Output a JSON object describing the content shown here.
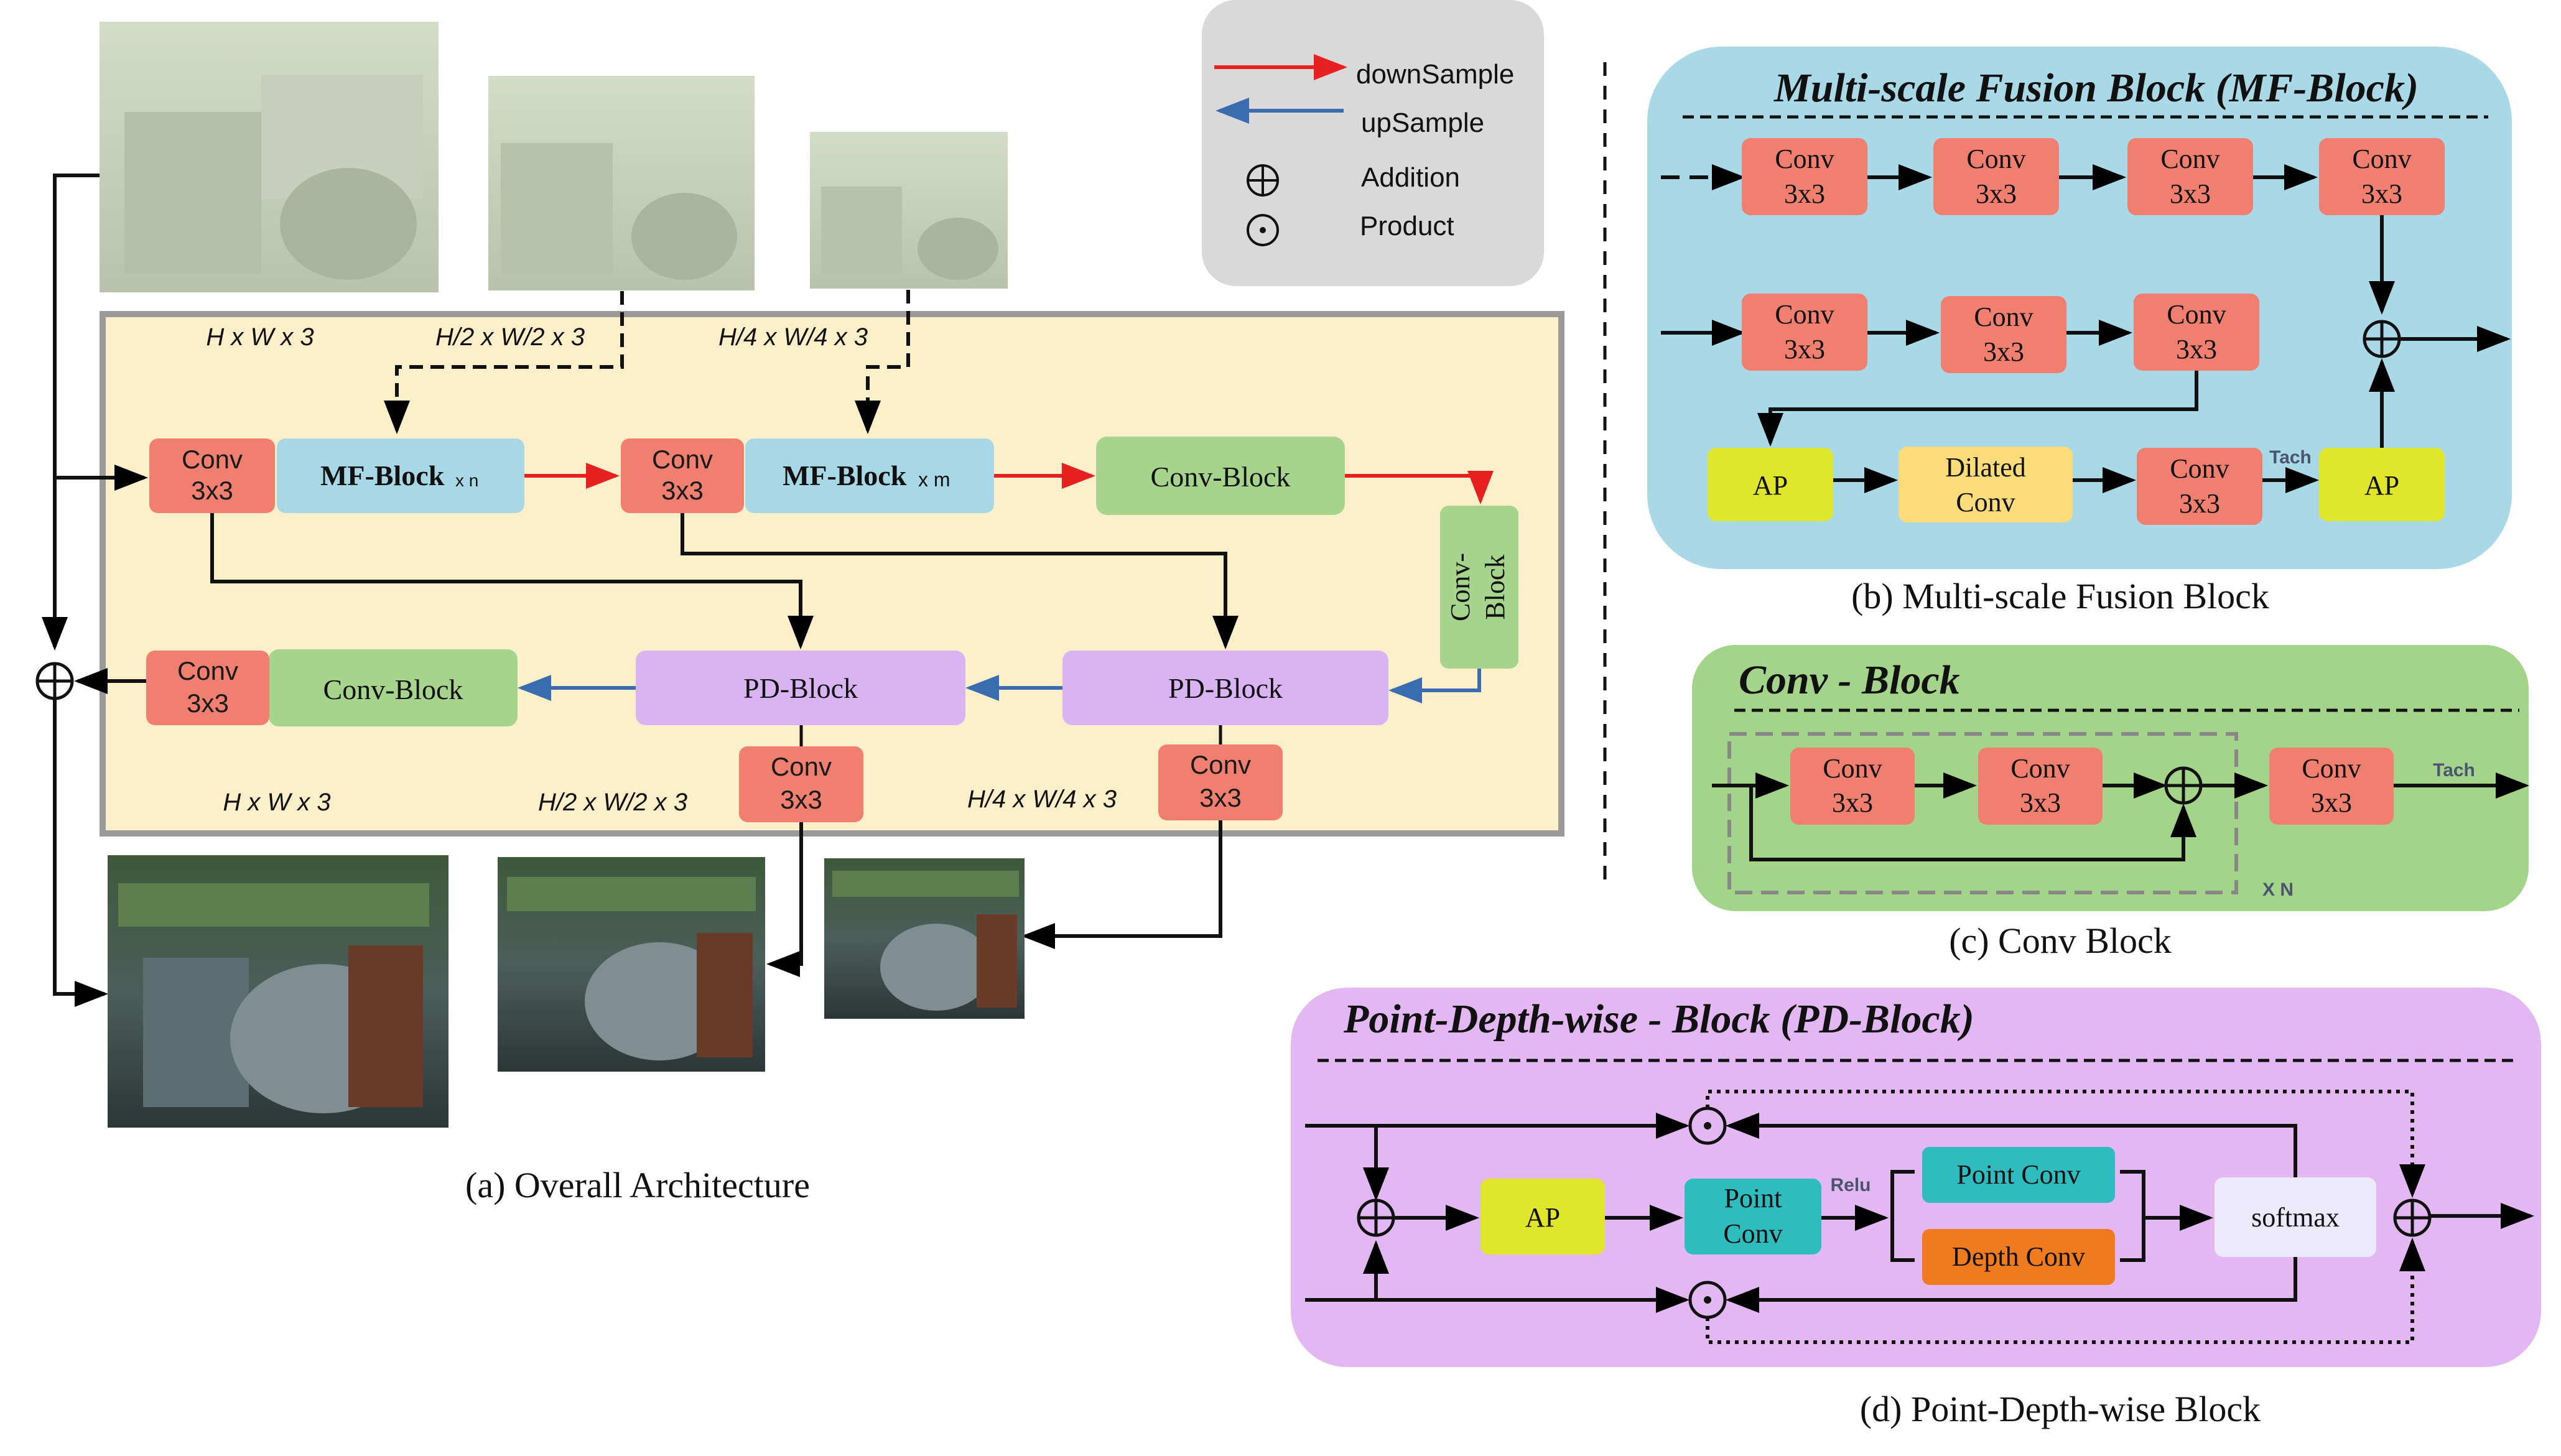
{
  "legend": {
    "down": "downSample",
    "up": "upSample",
    "add": "Addition",
    "prod": "Product"
  },
  "overall": {
    "caption": "(a) Overall Architecture",
    "dim_full_top": "H x W x 3",
    "dim_half_top": "H/2 x W/2 x 3",
    "dim_quarter_top": "H/4 x W/4 x 3",
    "dim_full_bot": "H x W x 3",
    "dim_half_bot": "H/2 x W/2 x 3",
    "dim_quarter_bot": "H/4 x W/4 x 3",
    "conv_line1": "Conv",
    "conv_line2": "3x3",
    "mf1_label": "MF-Block",
    "mf1_suffix": "x n",
    "mf2_label": "MF-Block",
    "mf2_suffix": "x m",
    "conv_block": "Conv-Block",
    "conv_block_v1": "Conv-",
    "conv_block_v2": "Block",
    "pd1": "PD-Block",
    "pd2": "PD-Block",
    "conv_block_bottom": "Conv-Block"
  },
  "mf": {
    "title": "Multi-scale Fusion Block (MF-Block)",
    "caption": "(b) Multi-scale Fusion Block",
    "ap": "AP",
    "dilated1": "Dilated",
    "dilated2": "Conv",
    "tach": "Tach",
    "conv_line1": "Conv",
    "conv_line2": "3x3"
  },
  "cb": {
    "title": "Conv - Block",
    "caption": "(c) Conv Block",
    "tach": "Tach",
    "repeat": "X N",
    "conv_line1": "Conv",
    "conv_line2": "3x3"
  },
  "pd": {
    "title": "Point-Depth-wise - Block (PD-Block)",
    "caption": "(d) Point-Depth-wise Block",
    "ap": "AP",
    "point1": "Point",
    "point2": "Conv",
    "relu": "Relu",
    "point_conv": "Point Conv",
    "depth_conv": "Depth Conv",
    "softmax": "softmax"
  },
  "colors": {
    "conv": "#f07f6f",
    "mf_block": "#a8d7e6",
    "conv_block": "#a6d48c",
    "pd_block": "#d9b3f2",
    "ap": "#dfe62b",
    "dilated": "#fcdc78",
    "teal": "#2fbcbf",
    "orange": "#f07a1e",
    "softmax": "#ece9fc",
    "main_panel": "#fdefc9",
    "mf_panel": "#a9d8e6",
    "cb_panel": "#a4d48a",
    "pd_panel": "#e3b8f2",
    "down_arrow": "#e8201f",
    "up_arrow": "#3a6cb0"
  }
}
